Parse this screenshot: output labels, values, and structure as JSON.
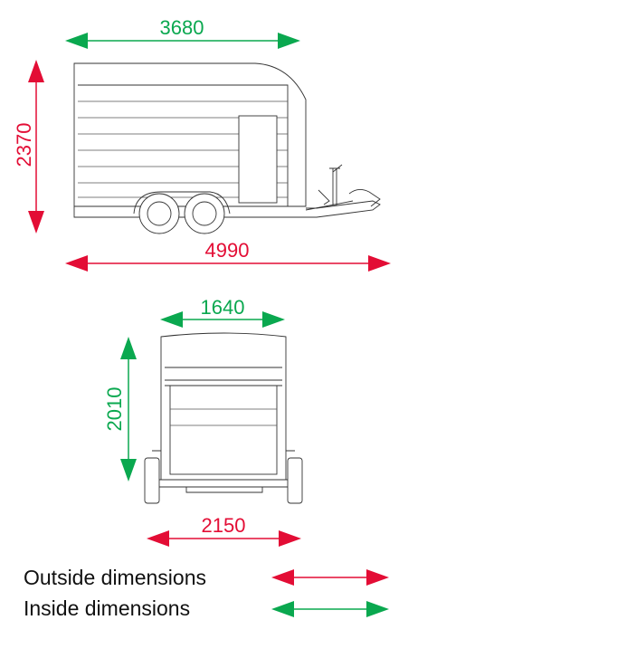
{
  "colors": {
    "outside": "#e30d35",
    "inside": "#0aa84f",
    "drawing": "#333333"
  },
  "dimensions": {
    "inside_length": "3680",
    "outside_height": "2370",
    "outside_length": "4990",
    "inside_width": "1640",
    "inside_height": "2010",
    "outside_width": "2150"
  },
  "legend": {
    "outside_label": "Outside dimensions",
    "inside_label": "Inside dimensions"
  }
}
